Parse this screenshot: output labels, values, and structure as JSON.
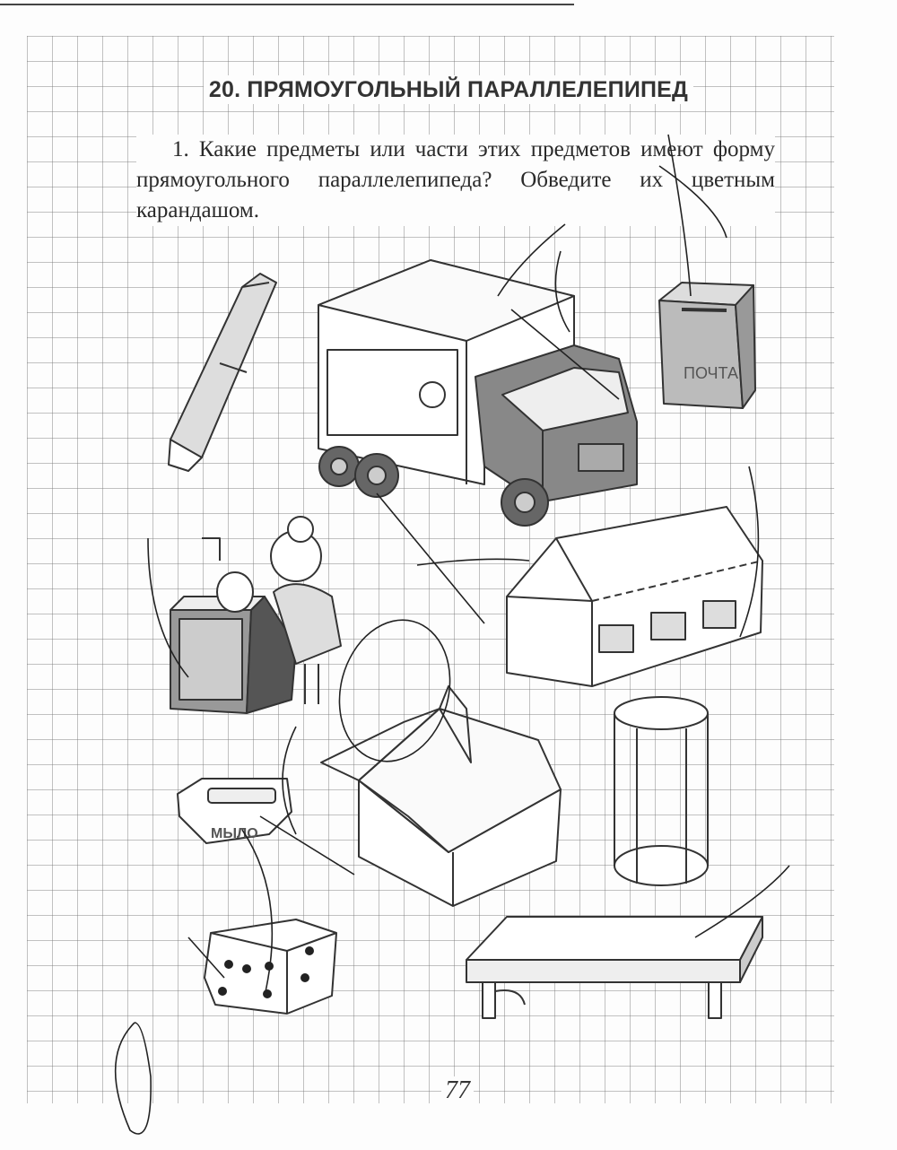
{
  "section_title": "20. ПРЯМОУГОЛЬНЫЙ ПАРАЛЛЕЛЕПИПЕД",
  "task": {
    "text": "1. Какие предметы или части этих предметов имеют форму прямоугольного параллелепипеда? Обведите их цветным карандашом."
  },
  "labels": {
    "mailbox": "ПОЧТА",
    "soap": "МЫЛО"
  },
  "page_number": "77"
}
